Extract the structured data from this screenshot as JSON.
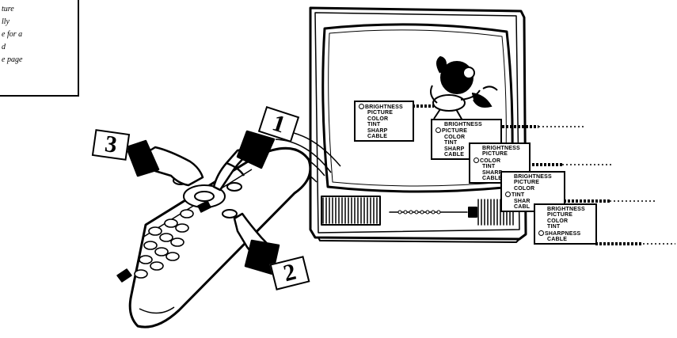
{
  "note": {
    "lines": [
      "ture",
      "lly",
      "e for a",
      "d",
      "e page"
    ]
  },
  "steps": [
    "3",
    "1",
    "2"
  ],
  "menu_1": {
    "items": [
      "BRIGHTNESS",
      "PICTURE",
      "COLOR",
      "TINT",
      "SHARP",
      "CABLE"
    ],
    "selected": "BRIGHTNESS"
  },
  "menu_2": {
    "items": [
      "BRIGHTNESS",
      "PICTURE",
      "COLOR",
      "TINT",
      "SHARP",
      "CABLE"
    ],
    "selected": "PICTURE"
  },
  "menu_3": {
    "items": [
      "BRIGHTNESS",
      "PICTURE",
      "COLOR",
      "TINT",
      "SHARP",
      "CABLE"
    ],
    "selected": "COLOR"
  },
  "menu_4": {
    "items": [
      "BRIGHTNESS",
      "PICTURE",
      "COLOR",
      "TINT",
      "SHAR",
      "CABL"
    ],
    "selected": "TINT"
  },
  "menu_5": {
    "items": [
      "BRIGHTNESS",
      "PICTURE",
      "COLOR",
      "TINT",
      "SHARPNESS",
      "CABLE"
    ],
    "selected": "SHARPNESS"
  },
  "colors": {
    "ink": "#000000",
    "paper": "#ffffff"
  }
}
